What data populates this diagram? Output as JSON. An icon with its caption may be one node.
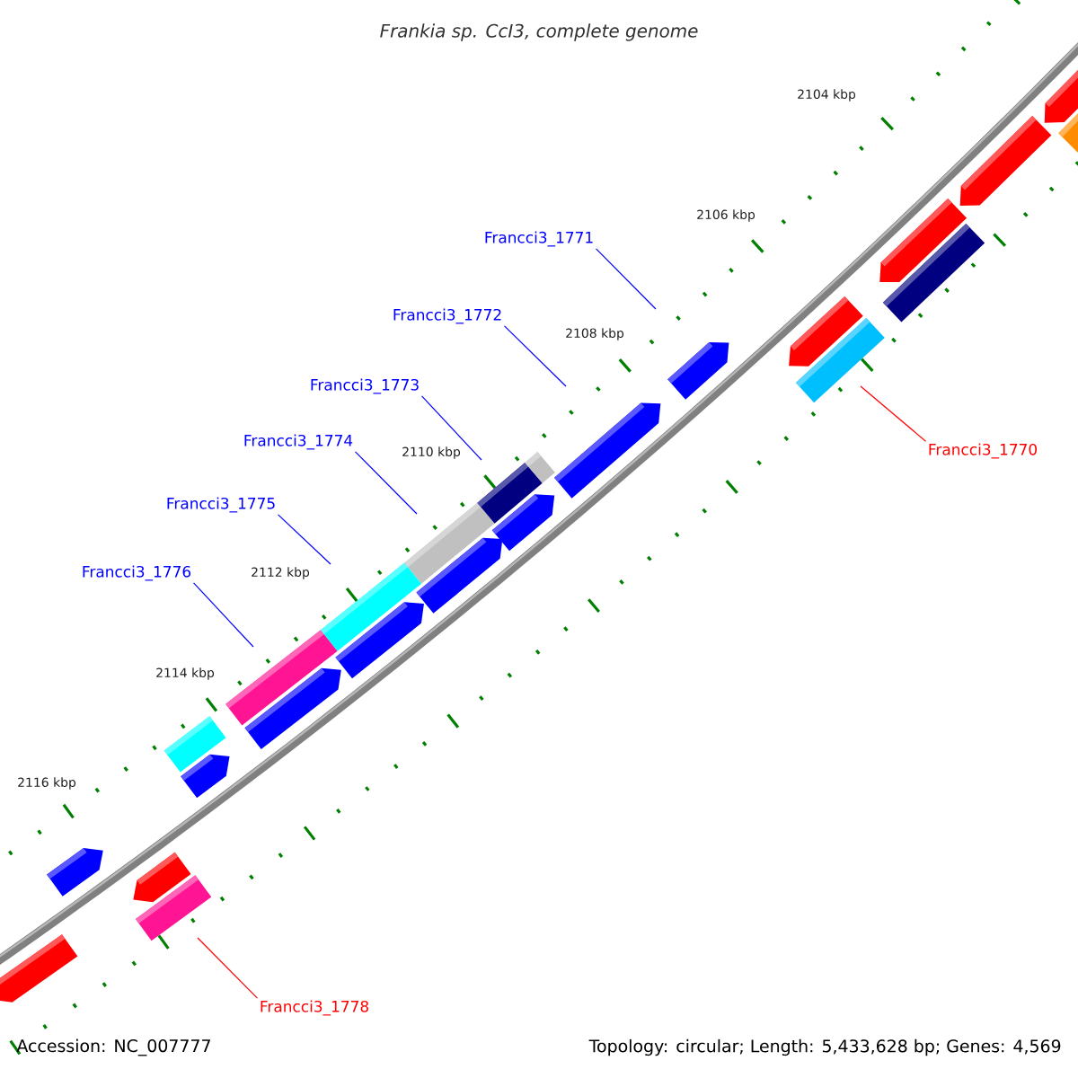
{
  "diagram": {
    "title": "Frankia sp. CcI3, complete genome",
    "nodes": [
      {
        "text": [
          "Francci3_1771"
        ]
      },
      {
        "text": [
          "Francci3_1772"
        ]
      },
      {
        "text": [
          "Francci3_1773"
        ]
      },
      {
        "text": [
          "Francci3_1774"
        ]
      },
      {
        "text": [
          "Francci3_1770"
        ]
      },
      {
        "text": [
          "Francci3_1775"
        ]
      },
      {
        "text": [
          "Francci3_1776"
        ]
      },
      {
        "text": [
          "Francci3_1778"
        ]
      }
    ],
    "edges": [
      {
        "from": 0,
        "to": null,
        "arrow": "none"
      },
      {
        "from": 1,
        "to": null,
        "arrow": "none"
      },
      {
        "from": 2,
        "to": null,
        "arrow": "none"
      },
      {
        "from": 3,
        "to": null,
        "arrow": "none"
      },
      {
        "from": 4,
        "to": null,
        "arrow": "none",
        "color": "#ff0000"
      },
      {
        "from": 5,
        "to": null,
        "arrow": "none"
      },
      {
        "from": 6,
        "to": null,
        "arrow": "none"
      },
      {
        "from": 7,
        "to": null,
        "arrow": "none",
        "color": "#ff0000"
      }
    ],
    "labels": [
      "2104 kbp",
      "2106 kbp",
      "2108 kbp",
      "2110 kbp",
      "2112 kbp",
      "2114 kbp",
      "2116 kbp",
      "Accession: NC_007777",
      "Topology: circular; Length: 5,433,628 bp; Genes: 4,569"
    ]
  }
}
